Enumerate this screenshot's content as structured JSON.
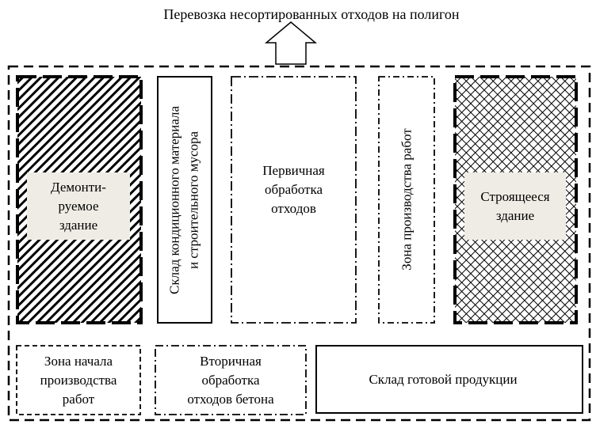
{
  "title": "Перевозка несортированных отходов на полигон",
  "zones": {
    "demolished": "Демонти-\nруемое\nздание",
    "warehouse_material": "Склад кондиционного материала\nи строительного мусора",
    "primary": "Первичная\nобработка\nотходов",
    "work_zone": "Зона производства работ",
    "under_construction": "Строящееся\nздание",
    "start_zone": "Зона начала\nпроизводства\nработ",
    "secondary": "Вторичная\nобработка\nотходов бетона",
    "finished_warehouse": "Склад готовой продукции"
  }
}
